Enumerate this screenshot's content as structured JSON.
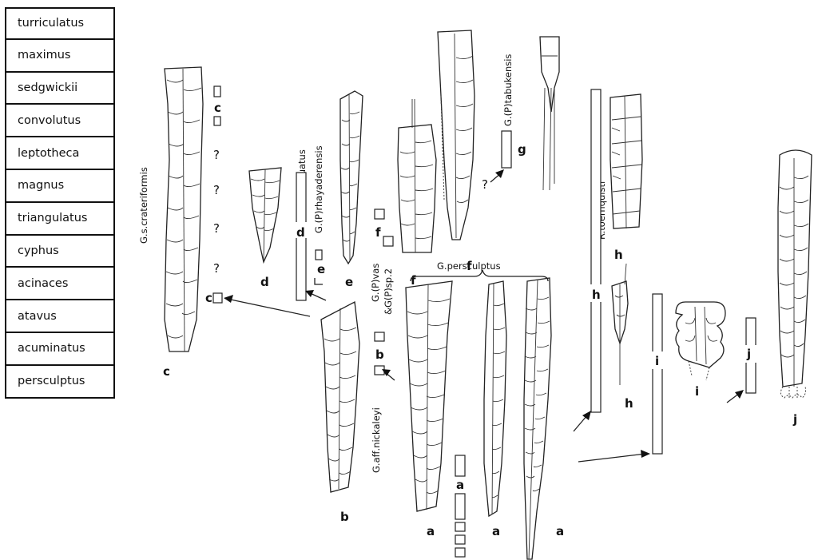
{
  "zones": [
    "turriculatus",
    "maximus",
    "sedgwickii",
    "convolutus",
    "leptotheca",
    "magnus",
    "triangulatus",
    "cyphus",
    "acinaces",
    "atavus",
    "acuminatus",
    "persculptus"
  ],
  "species": {
    "crateriformis": "G.s.crateriformis",
    "sinuatus": "G.s.sinuatus",
    "rhayaderensis": "G.(P)rhayaderensis",
    "vas": "G.(P)vas",
    "sp2": "&G(P)sp.2",
    "nickaleyi": "G.aff.nickaleyi",
    "persculptus": "G.persculptus",
    "tabukensis": "G.(P)tabukensis",
    "toernquisti": "R.toernquisti"
  },
  "letters": {
    "a": "a",
    "b": "b",
    "c": "c",
    "d": "d",
    "e": "e",
    "f": "f",
    "g": "g",
    "h": "h",
    "i": "i",
    "j": "j"
  },
  "uncertain": "?"
}
